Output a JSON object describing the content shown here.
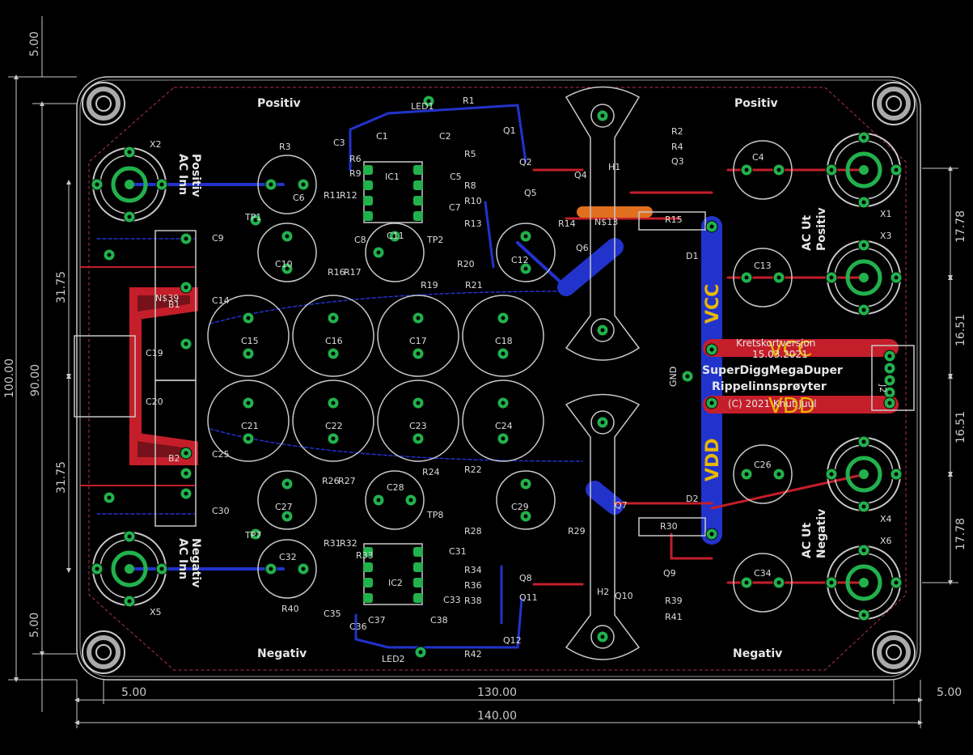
{
  "dimensions": {
    "top_left": "5.00",
    "left_total": "100.00",
    "left_inner": "90.00",
    "left_upper": "31.75",
    "left_lower": "31.75",
    "left_bottom": "5.00",
    "bottom_left": "5.00",
    "bottom_inner": "130.00",
    "bottom_total": "140.00",
    "bottom_right": "5.00",
    "right_a": "17.78",
    "right_b": "16.51",
    "right_c": "16.51",
    "right_d": "17.78"
  },
  "board_text": {
    "positiv_left": "Positiv",
    "positiv_right": "Positiv",
    "negativ_left": "Negativ",
    "negativ_right": "Negativ",
    "ac_inn_top_1": "AC Inn",
    "ac_inn_top_2": "Positiv",
    "ac_inn_bot_1": "AC Inn",
    "ac_inn_bot_2": "Negativ",
    "ac_ut_top_1": "AC Ut",
    "ac_ut_top_2": "Positiv",
    "ac_ut_bot_1": "AC Ut",
    "ac_ut_bot_2": "Negativ",
    "vcc": "VCC",
    "vdd": "VDD",
    "vcc_tag": "VCC",
    "vdd_tag": "VDD",
    "version": "Kretskortversjon",
    "date": "15.03.2021",
    "title": "SuperDiggMegaDuper",
    "subtitle": "Rippelinnsprøyter",
    "copyright": "(C) 2021 Knut Juul",
    "gnd": "GND"
  },
  "connectors": {
    "x1": "X1",
    "x2": "X2",
    "x3": "X3",
    "x4": "X4",
    "x5": "X5",
    "x6": "X6",
    "j2": "J2"
  },
  "labels": {
    "r": [
      "R1",
      "R2",
      "R3",
      "R4",
      "R5",
      "R6",
      "R8",
      "R9",
      "R10",
      "R11",
      "R12",
      "R13",
      "R14",
      "R15",
      "R16",
      "R17",
      "R19",
      "R20",
      "R21",
      "R22",
      "R24",
      "R26",
      "R27",
      "R28",
      "R29",
      "R30",
      "R31",
      "R32",
      "R33",
      "R34",
      "R36",
      "R38",
      "R39",
      "R40",
      "R41",
      "R42"
    ],
    "c": [
      "C1",
      "C2",
      "C3",
      "C4",
      "C5",
      "C6",
      "C7",
      "C8",
      "C9",
      "C10",
      "C11",
      "C12",
      "C13",
      "C14",
      "C15",
      "C16",
      "C17",
      "C18",
      "C19",
      "C20",
      "C21",
      "C22",
      "C23",
      "C24",
      "C25",
      "C26",
      "C27",
      "C28",
      "C29",
      "C30",
      "C31",
      "C32",
      "C33",
      "C34",
      "C35",
      "C36",
      "C37",
      "C38"
    ],
    "q": [
      "Q1",
      "Q2",
      "Q3",
      "Q4",
      "Q5",
      "Q6",
      "Q7",
      "Q8",
      "Q9",
      "Q10",
      "Q11",
      "Q12"
    ],
    "misc": [
      "IC1",
      "IC2",
      "D1",
      "D2",
      "H1",
      "H2",
      "TP1",
      "TP2",
      "TP7",
      "TP8",
      "LED1",
      "LED2",
      "B1",
      "B2",
      "N$13",
      "N$39"
    ]
  },
  "colors": {
    "background": "#000000",
    "outline": "#c8c8c8",
    "bottom_trace": "#2233cc",
    "top_trace": "#c41e2a",
    "pad": "#22b14c",
    "silk": "#e6e6e6",
    "keepout": "#b4324a"
  }
}
